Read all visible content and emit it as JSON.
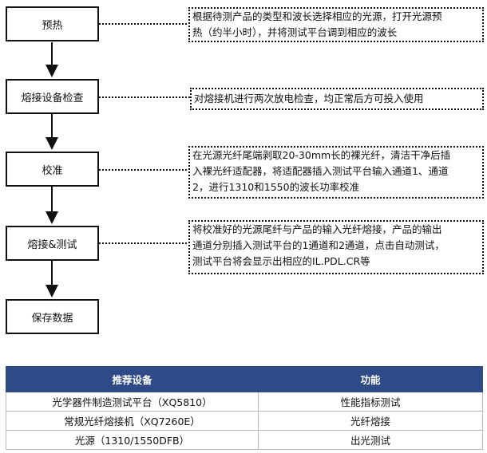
{
  "steps": [
    {
      "label": "预热"
    },
    {
      "label": "熔接设备检查"
    },
    {
      "label": "校准"
    },
    {
      "label": "熔接&测试"
    },
    {
      "label": "保存数据"
    }
  ],
  "notes": [
    {
      "lines": [
        "根据待测产品的类型和波长选择相应的光源，打开光源预",
        "热（约半小时），并将测试平台调到相应的波长"
      ]
    },
    {
      "lines": [
        "对熔接机进行两次放电检查，均正常后方可投入使用"
      ]
    },
    {
      "lines": [
        "在光源光纤尾端剥取20-30mm长的裸光纤，清洁干净后插",
        "入裸光纤适配器，将适配器插入测试平台输入通道1、通道",
        "2，进行1310和1550的波长功率校准"
      ]
    },
    {
      "lines": [
        "将校准好的光源尾纤与产品的输入光纤熔接，产品的输出",
        "通道分别插入测试平台的1通道和2通道，点击自动测试，",
        "测试平台将会显示出相应的IL.PDL.CR等"
      ]
    }
  ],
  "table": {
    "headers": [
      "推荐设备",
      "功能"
    ],
    "rows": [
      [
        "光学器件制造测试平台（XQ5810）",
        "性能指标测试"
      ],
      [
        "常规光纤熔接机（XQ7260E）",
        "光纤熔接"
      ],
      [
        "光源（1310/1550DFB）",
        "出光测试"
      ]
    ],
    "header_color": "#2e4a87"
  }
}
